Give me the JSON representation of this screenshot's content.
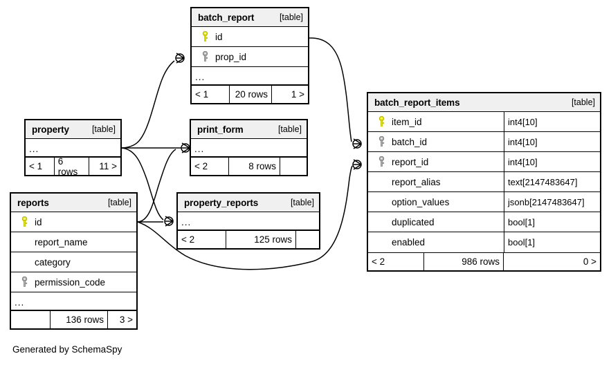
{
  "diagram": {
    "tool_credit": "Generated by SchemaSpy",
    "table_tag": "[table]",
    "ellipsis": "..."
  },
  "tables": [
    {
      "id": "batch_report",
      "name": "batch_report",
      "tag": "[table]",
      "columns": [
        {
          "name": "id",
          "key": "primary",
          "type": ""
        },
        {
          "name": "prop_id",
          "key": "foreign",
          "type": ""
        }
      ],
      "has_ellipsis": true,
      "footer": {
        "left": "< 1",
        "middle": "20 rows",
        "right": "1 >"
      }
    },
    {
      "id": "property",
      "name": "property",
      "tag": "[table]",
      "columns": [],
      "has_ellipsis": true,
      "footer": {
        "left": "< 1",
        "middle": "6 rows",
        "right": "11 >"
      }
    },
    {
      "id": "print_form",
      "name": "print_form",
      "tag": "[table]",
      "columns": [],
      "has_ellipsis": true,
      "footer": {
        "left": "< 2",
        "middle": "8 rows",
        "right": ""
      }
    },
    {
      "id": "reports",
      "name": "reports",
      "tag": "[table]",
      "columns": [
        {
          "name": "id",
          "key": "primary",
          "type": ""
        },
        {
          "name": "report_name",
          "key": "none",
          "type": ""
        },
        {
          "name": "category",
          "key": "none",
          "type": ""
        },
        {
          "name": "permission_code",
          "key": "foreign",
          "type": ""
        }
      ],
      "has_ellipsis": true,
      "footer": {
        "left": "",
        "middle": "136 rows",
        "right": "3 >"
      }
    },
    {
      "id": "property_reports",
      "name": "property_reports",
      "tag": "[table]",
      "columns": [],
      "has_ellipsis": true,
      "footer": {
        "left": "< 2",
        "middle": "125 rows",
        "right": ""
      }
    },
    {
      "id": "batch_report_items",
      "name": "batch_report_items",
      "tag": "[table]",
      "columns": [
        {
          "name": "item_id",
          "key": "primary",
          "type": "int4[10]"
        },
        {
          "name": "batch_id",
          "key": "foreign",
          "type": "int4[10]"
        },
        {
          "name": "report_id",
          "key": "foreign",
          "type": "int4[10]"
        },
        {
          "name": "report_alias",
          "key": "none",
          "type": "text[2147483647]"
        },
        {
          "name": "option_values",
          "key": "none",
          "type": "jsonb[2147483647]"
        },
        {
          "name": "duplicated",
          "key": "none",
          "type": "bool[1]"
        },
        {
          "name": "enabled",
          "key": "none",
          "type": "bool[1]"
        }
      ],
      "has_ellipsis": false,
      "footer": {
        "left": "< 2",
        "middle": "986 rows",
        "right": "0 >"
      }
    }
  ],
  "colors": {
    "primary_key": "#e8e800",
    "primary_key_stroke": "#b8b800",
    "foreign_key": "#a8a8a8",
    "foreign_key_stroke": "#808080",
    "header_bg": "#f0f0f0",
    "border": "#000000",
    "edge": "#000000",
    "background": "#ffffff"
  },
  "relationships": [
    {
      "from": "property",
      "to": "batch_report.prop_id"
    },
    {
      "from": "property",
      "to": "print_form"
    },
    {
      "from": "property",
      "to": "property_reports"
    },
    {
      "from": "reports",
      "to": "print_form"
    },
    {
      "from": "reports",
      "to": "property_reports"
    },
    {
      "from": "reports",
      "to": "batch_report_items.report_id"
    },
    {
      "from": "batch_report.id",
      "to": "batch_report_items.batch_id"
    }
  ]
}
